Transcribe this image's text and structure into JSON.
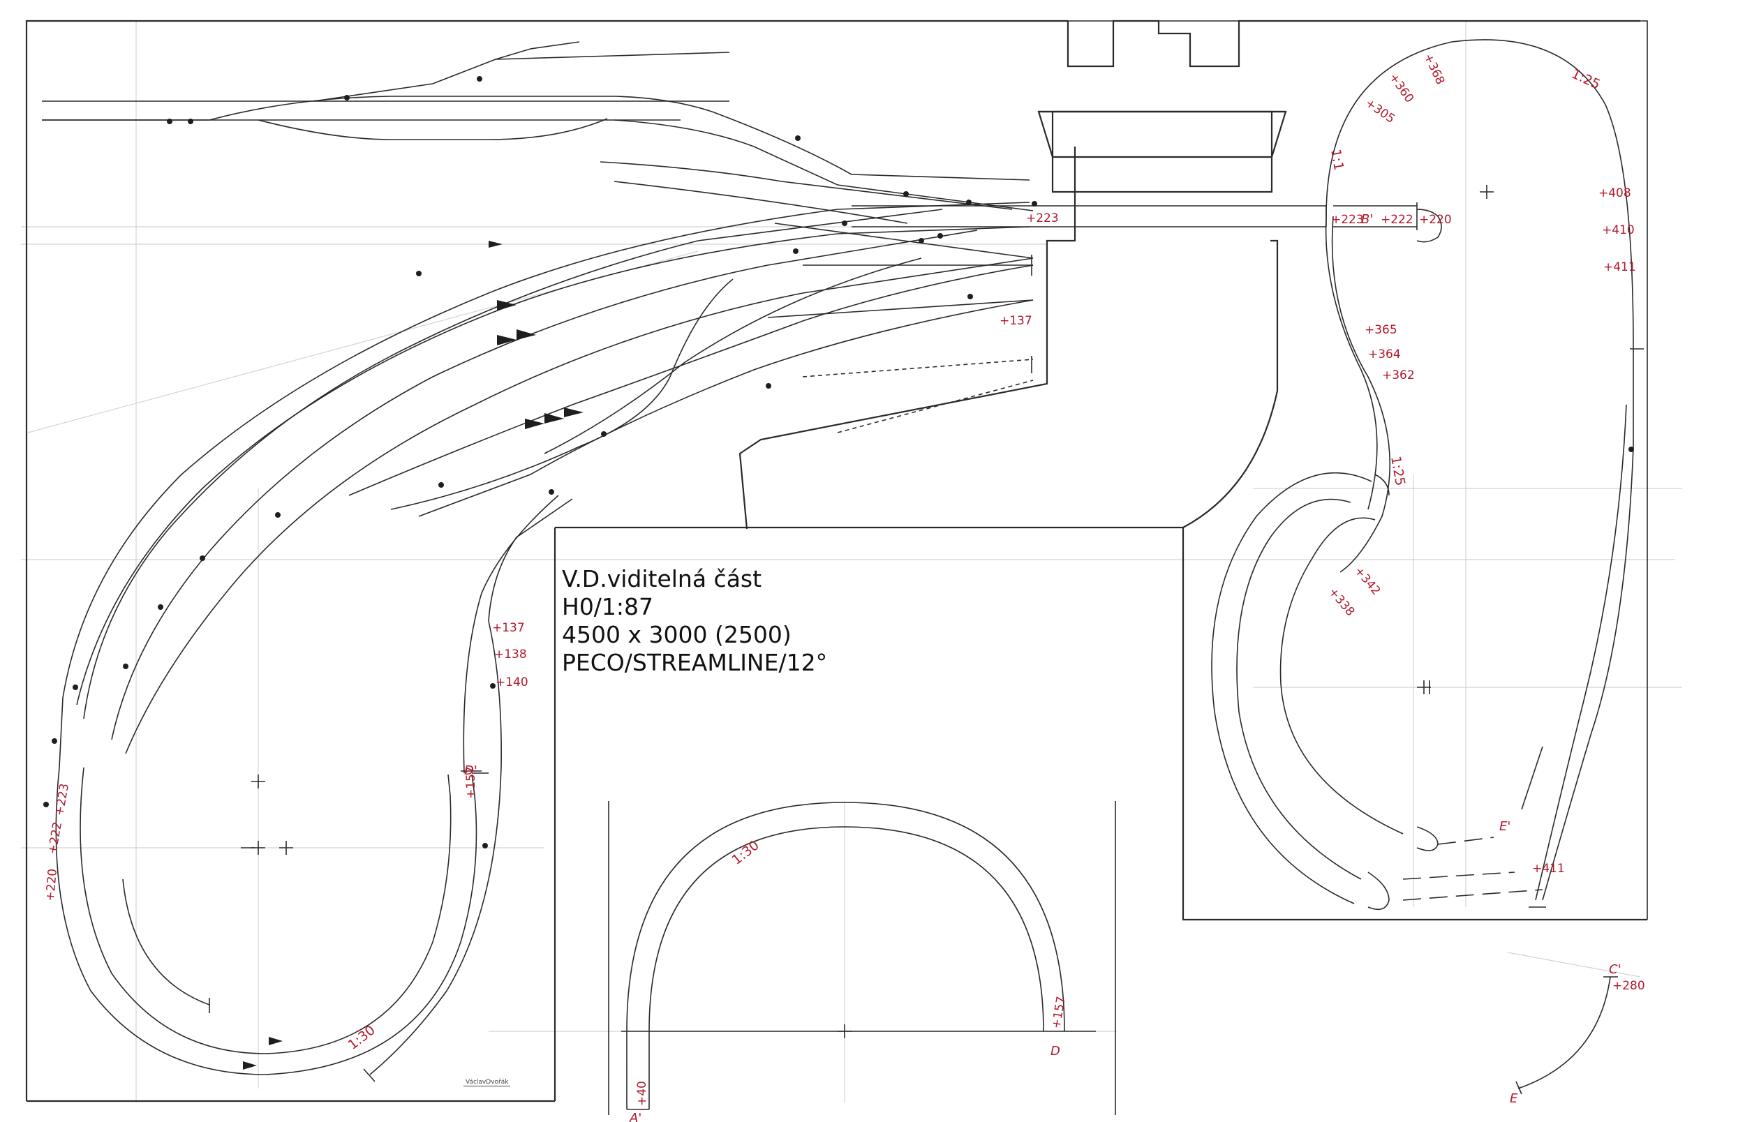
{
  "title_block": {
    "line1": "V.D.viditelná část",
    "line2": "H0/1:87",
    "line3": "4500 x 3000 (2500)",
    "line4": "PECO/STREAMLINE/12°"
  },
  "gradients": {
    "left_loop": "1:30",
    "lower_arc": "1:30",
    "right_top": "1:25",
    "right_mid": "1:25",
    "right_tiny": "1:1"
  },
  "heights": {
    "station_exit": "+223",
    "siding": "+137",
    "left_137": "+137",
    "left_138": "+138",
    "left_140": "+140",
    "left_157": "+157",
    "left_223": "+223",
    "left_222": "+222",
    "left_220": "+220",
    "arc_40": "+40",
    "arc_157": "+157",
    "right_223": "+223",
    "right_222": "+222",
    "right_220": "+220",
    "right_305": "+305",
    "right_360": "+360",
    "right_368": "+368",
    "right_408": "+408",
    "right_410": "+410",
    "right_411": "+411",
    "right_365": "+365",
    "right_364": "+364",
    "right_362": "+362",
    "right_342": "+342",
    "right_338": "+338",
    "right_411_low": "+411",
    "corner_280": "+280"
  },
  "markers": {
    "a_prime": "A'",
    "b_prime": "B'",
    "c_prime": "C'",
    "d": "D",
    "d_prime": "D'",
    "e": "E",
    "e_prime": "E'"
  },
  "signature": "VáclavDvořák"
}
